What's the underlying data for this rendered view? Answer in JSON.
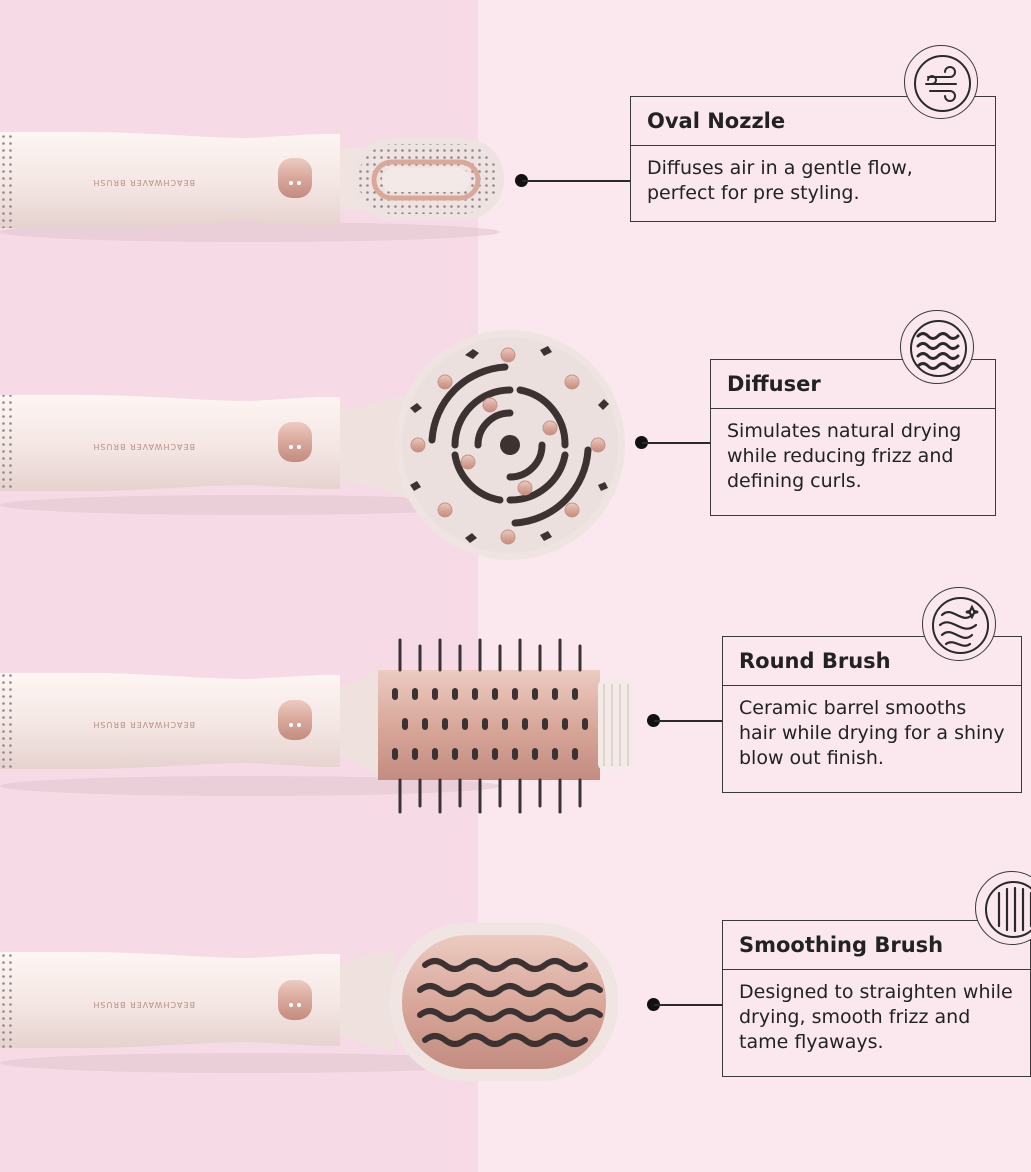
{
  "brand": {
    "name": "BEACHWAVER",
    "sub": "BRUSH"
  },
  "attachments": [
    {
      "title": "Oval Nozzle",
      "description": "Diffuses air in a gentle flow, perfect for pre styling.",
      "icon": "wind-icon"
    },
    {
      "title": "Diffuser",
      "description": "Simulates natural drying while reducing frizz and defining curls.",
      "icon": "wavy-lines-icon"
    },
    {
      "title": "Round Brush",
      "description": "Ceramic barrel smooths hair while drying for a shiny blow out finish.",
      "icon": "shiny-wave-icon"
    },
    {
      "title": "Smoothing Brush",
      "description": "Designed to straighten while drying, smooth frizz and tame flyaways.",
      "icon": "straight-lines-icon"
    }
  ],
  "colors": {
    "panel_left": "#f6dbe6",
    "panel_right": "#fbe8ee",
    "device": "#f7ece9",
    "rose_gold": "#d9a89b",
    "outline": "#3a3a3a"
  }
}
